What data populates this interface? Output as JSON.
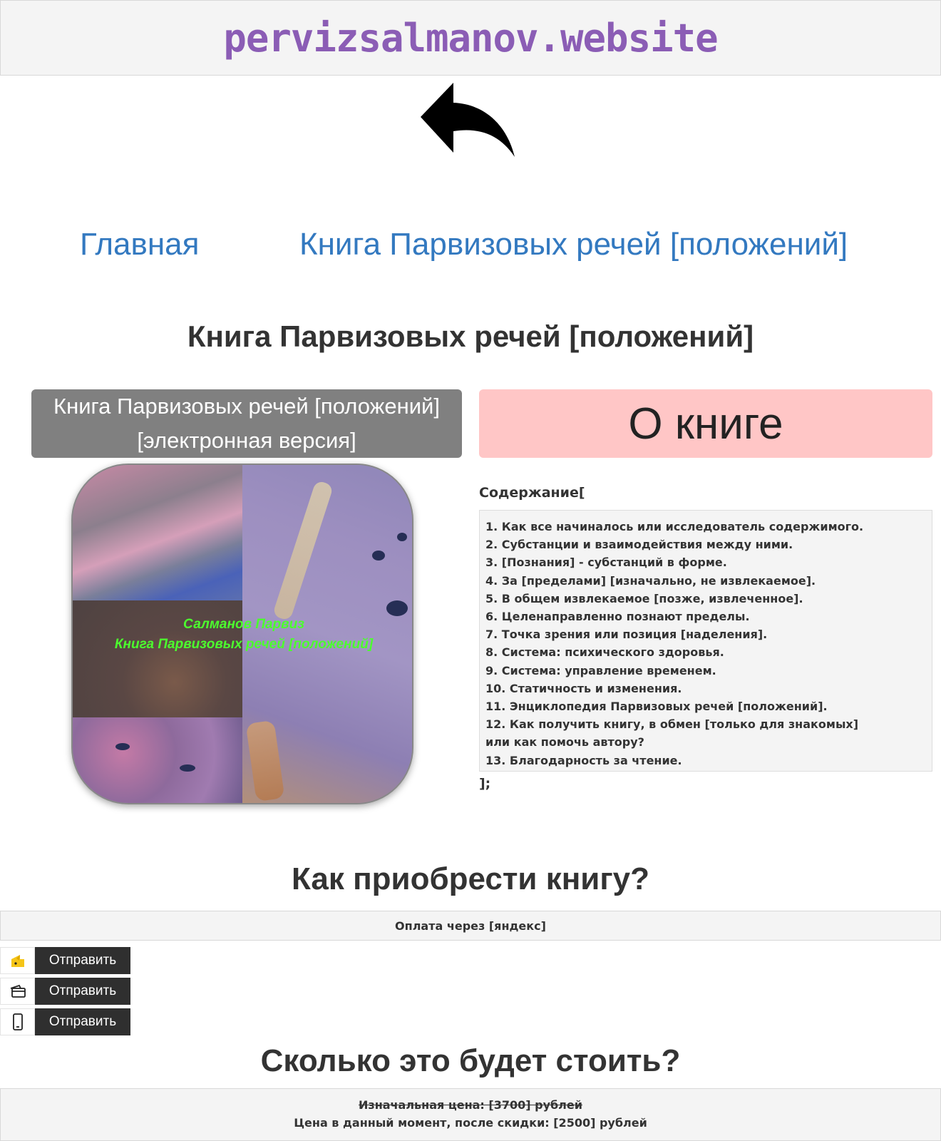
{
  "header": {
    "site_title": "pervizsalmanov.website"
  },
  "icons": {
    "back": "back-arrow-icon",
    "yandex": "yandex-money-icon",
    "card": "card-wallet-icon",
    "phone": "phone-icon"
  },
  "nav": {
    "home": "Главная",
    "book": "Книга Парвизовых речей [положений]"
  },
  "page": {
    "title": "Книга Парвизовых речей [положений]"
  },
  "left_banner": {
    "line1": "Книга Парвизовых речей [положений]",
    "line2": "[электронная версия]"
  },
  "cover": {
    "author": "Салманов Парвиз",
    "title": "Книга Парвизовых речей [положений]"
  },
  "about": {
    "heading": "О книге",
    "contents_label": "Содержание[",
    "contents_close": "];",
    "items": [
      "1. Как все начиналось или исследователь содержимого.",
      "2. Субстанции и взаимодействия между ними.",
      "3. [Познания] - субстанций в форме.",
      "4. За [пределами] [изначально, не извлекаемое].",
      "5. В общем извлекаемое [позже, извлеченное].",
      "6. Целенаправленно познают пределы.",
      "7. Точка зрения или позиция [наделения].",
      "8. Система: психического здоровья.",
      "9. Система: управление временем.",
      "10. Статичность и изменения.",
      "11. Энциклопедия Парвизовых речей [положений].",
      "12. Как получить книгу, в обмен [только для знакомых]",
      "или как помочь автору?",
      "13. Благодарность за чтение."
    ]
  },
  "purchase": {
    "heading": "Как приобрести книгу?",
    "payment_bar": "Оплата через [яндекс]",
    "send_label_1": "Отправить",
    "send_label_2": "Отправить",
    "send_label_3": "Отправить"
  },
  "cost": {
    "heading": "Сколько это будет стоить?",
    "original_price": "Изначальная цена: [3700] рублей",
    "current_price": "Цена в данный момент, после скидки: [2500] рублей"
  }
}
